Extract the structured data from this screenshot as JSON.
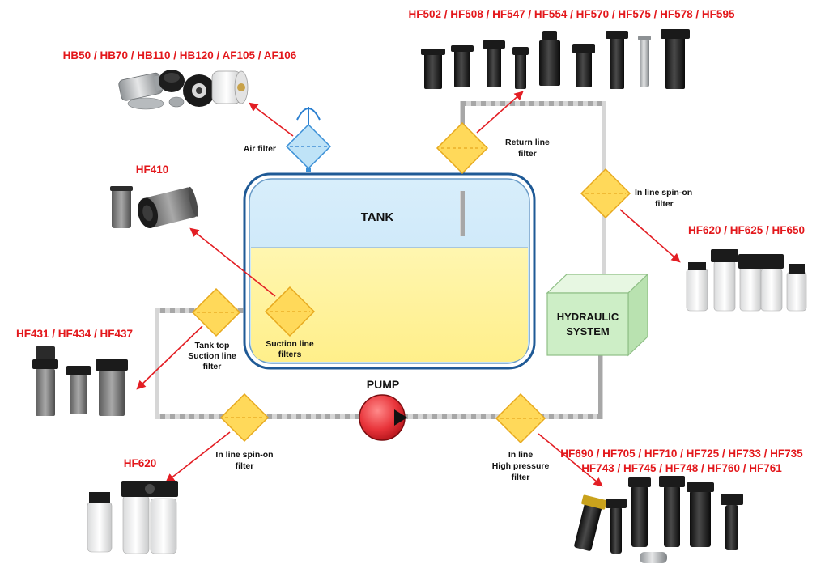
{
  "colors": {
    "part_code_red": "#e3171b",
    "arrow_red": "#e31e24",
    "filter_yellow": "#ffd95a",
    "filter_outline": "#e7a91e",
    "air_filter_blue": "#bfe3f7",
    "tank_air": "#cfe8f8",
    "tank_oil": "#fff3a0",
    "hydraulic_green": "#cdeec6",
    "pump_red": "#e8343a",
    "pipe_grey": "#a9a9a9"
  },
  "diagram": {
    "tank": {
      "label": "TANK"
    },
    "pump": {
      "label": "PUMP"
    },
    "hydraulic_system": {
      "label_line1": "HYDRAULIC",
      "label_line2": "SYSTEM"
    },
    "filters": {
      "air": {
        "label": "Air filter",
        "icon": "air-filter-icon"
      },
      "return_line": {
        "label_line1": "Return line",
        "label_line2": "filter",
        "icon": "filter-diamond-icon"
      },
      "inline_spin_on_right": {
        "label_line1": "In line spin-on",
        "label_line2": "filter",
        "icon": "filter-diamond-icon"
      },
      "tank_top_suction": {
        "label_line1": "Tank top",
        "label_line2": "Suction line",
        "label_line3": "filter",
        "icon": "filter-diamond-icon"
      },
      "suction_line": {
        "label_line1": "Suction line",
        "label_line2": "filters",
        "icon": "filter-diamond-icon"
      },
      "inline_spin_on_bottom": {
        "label_line1": "In line spin-on",
        "label_line2": "filter",
        "icon": "filter-diamond-icon"
      },
      "high_pressure": {
        "label_line1": "In line",
        "label_line2": "High pressure",
        "label_line3": "filter",
        "icon": "filter-diamond-icon"
      }
    },
    "part_codes": {
      "air": "HB50 / HB70 / HB110 / HB120 / AF105 / AF106",
      "return_line": "HF502 / HF508 / HF547 / HF554 / HF570 / HF575 / HF578 / HF595",
      "suction_line": "HF410",
      "inline_spin_on_right": "HF620 / HF625 / HF650",
      "tank_top_suction": "HF431 / HF434 / HF437",
      "inline_spin_on_bottom": "HF620",
      "high_pressure_line1": "HF690 / HF705 / HF710 / HF725 / HF733 / HF735",
      "high_pressure_line2": "HF743 / HF745 / HF748 / HF760 / HF761"
    }
  }
}
